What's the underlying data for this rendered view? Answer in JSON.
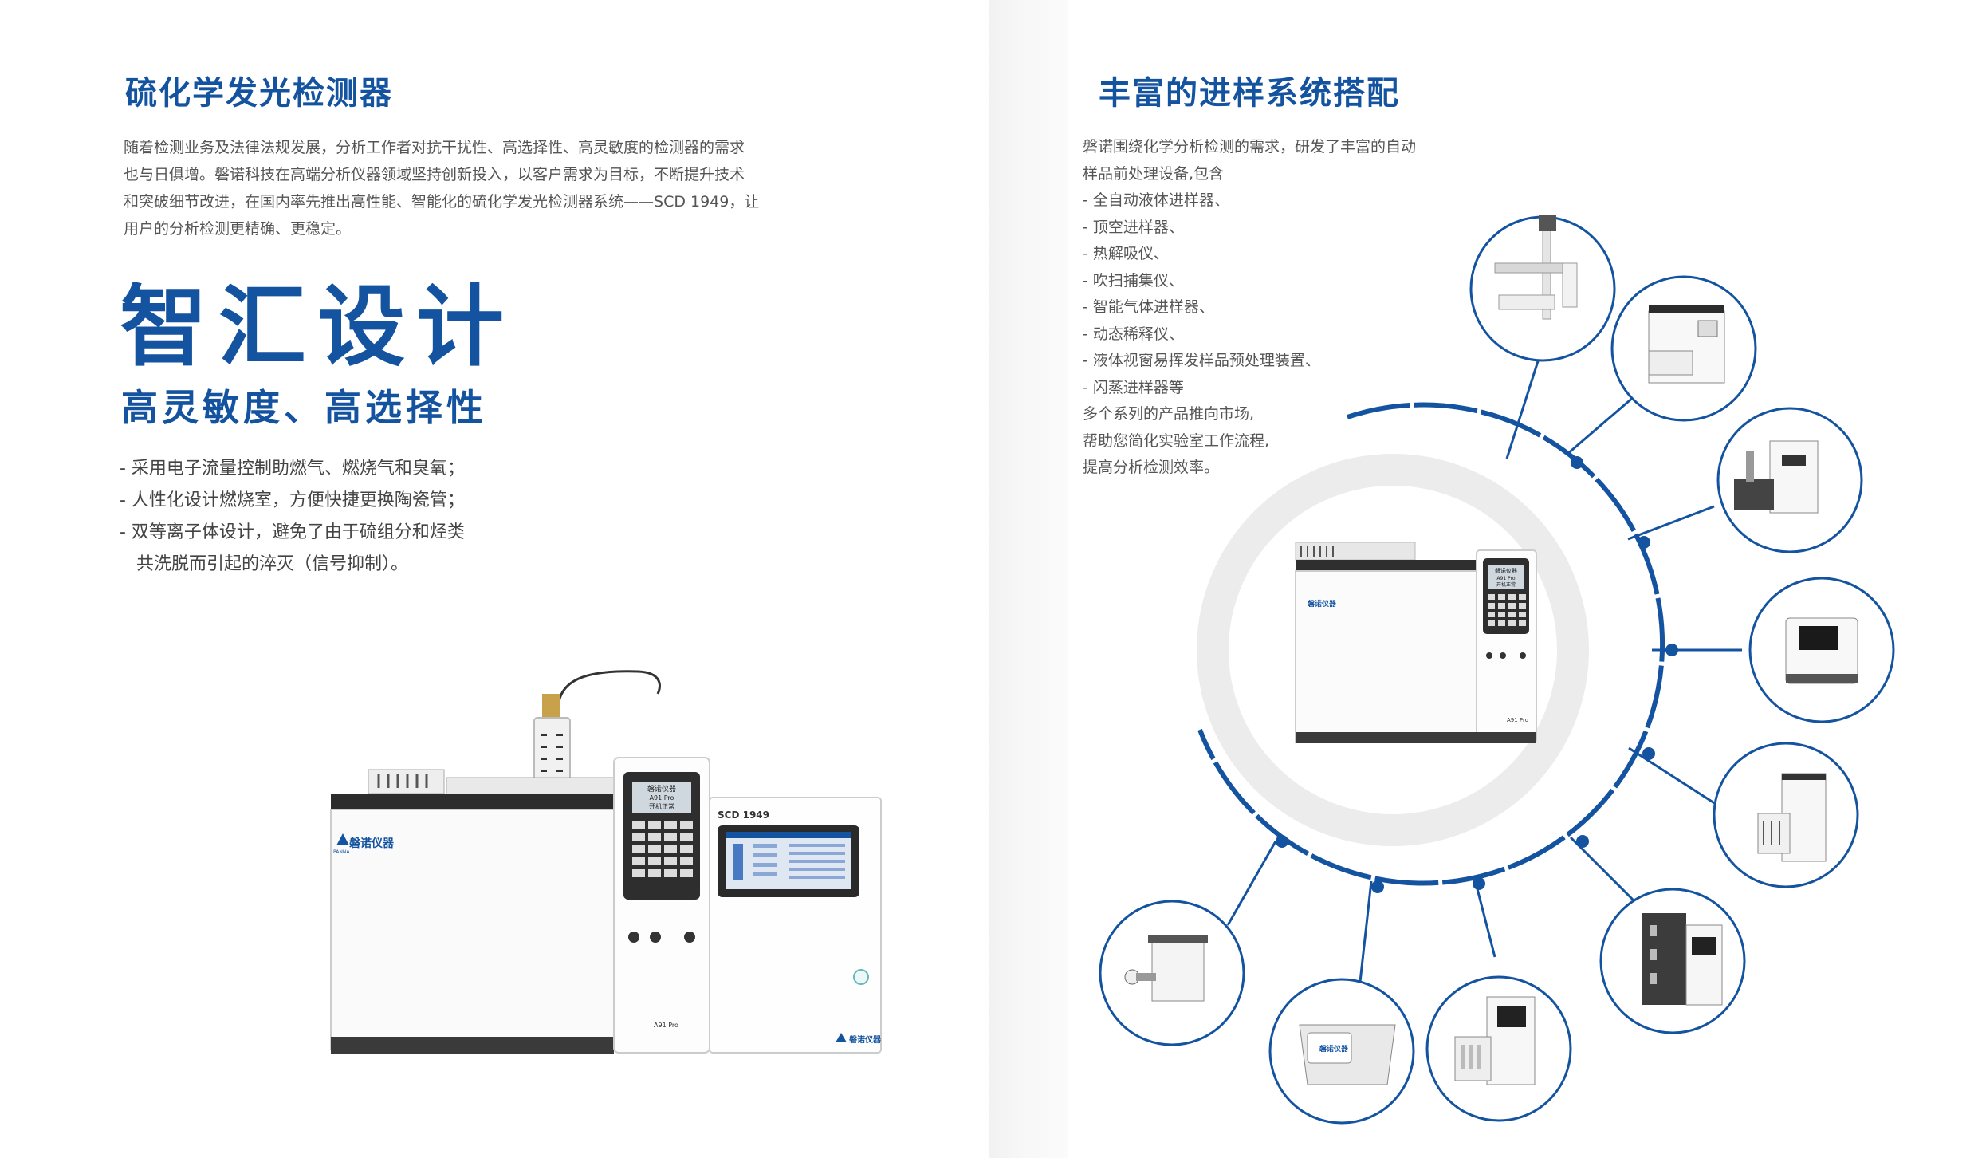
{
  "left": {
    "title": "硫化学发光检测器",
    "intro_lines": [
      "随着检测业务及法律法规发展，分析工作者对抗干扰性、高选择性、高灵敏度的检测器的需求",
      "也与日俱增。磐诺科技在高端分析仪器领域坚持创新投入，以客户需求为目标，不断提升技术",
      "和突破细节改进，在国内率先推出高性能、智能化的硫化学发光检测器系统——SCD 1949，让",
      "用户的分析检测更精确、更稳定。"
    ],
    "big_title": "智汇设计",
    "subtitle": "高灵敏度、高选择性",
    "bullets": [
      "- 采用电子流量控制助燃气、燃烧气和臭氧；",
      "- 人性化设计燃烧室，方便快捷更换陶瓷管；",
      "- 双等离子体设计，避免了由于硫组分和烃类",
      "   共洗脱而引起的淬灭（信号抑制）。"
    ],
    "instrument": {
      "brand": "磐诺仪器",
      "brand_en": "PANNA",
      "keypad_lines": [
        "磐诺仪器",
        "A91 Pro",
        "开机正常"
      ],
      "model_tag": "A91 Pro",
      "detector_label": "SCD 1949"
    }
  },
  "right": {
    "title": "丰富的进样系统搭配",
    "intro_lines": [
      "磐诺围绕化学分析检测的需求，研发了丰富的自动",
      "样品前处理设备,包含"
    ],
    "items": [
      "- 全自动液体进样器、",
      "- 顶空进样器、",
      "- 热解吸仪、",
      "- 吹扫捕集仪、",
      "- 智能气体进样器、",
      "- 动态稀释仪、",
      "- 液体视窗易挥发样品预处理装置、",
      "- 闪蒸进样器等"
    ],
    "outro_lines": [
      "多个系列的产品推向市场,",
      "帮助您简化实验室工作流程,",
      "提高分析检测效率。"
    ],
    "center_device": {
      "brand": "磐诺仪器",
      "model_tag": "A91 Pro",
      "keypad_lines": [
        "磐诺仪器",
        "A91 Pro",
        "开机正常"
      ]
    },
    "satellite_devices": [
      "liquid-autosampler",
      "headspace-sampler",
      "thermal-desorber",
      "smart-gas-sampler",
      "dynamic-diluter",
      "purge-trap",
      "flash-sampler",
      "pretreatment-device",
      "thermal-cracker"
    ],
    "small_device_label": "磐诺仪器"
  },
  "colors": {
    "brand_blue": "#1453a0",
    "ring_gray": "#ececec",
    "text_gray": "#555555"
  }
}
